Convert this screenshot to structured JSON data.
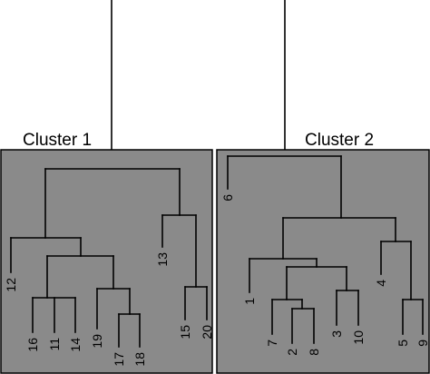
{
  "clusters": [
    {
      "title": "Cluster 1",
      "leaf_order": [
        "12",
        "16",
        "11",
        "14",
        "19",
        "17",
        "18",
        "13",
        "15",
        "20"
      ],
      "merges": [
        [
          "16",
          "11",
          "14"
        ],
        [
          "17",
          "18"
        ],
        [
          "19",
          "17+18"
        ],
        [
          "16+11+14",
          "19+17+18"
        ],
        [
          "12",
          "16+11+14+19+17+18"
        ],
        [
          "15",
          "20"
        ],
        [
          "13",
          "15+20"
        ],
        [
          "12+16+11+14+19+17+18",
          "13+15+20"
        ]
      ]
    },
    {
      "title": "Cluster 2",
      "leaf_order": [
        "6",
        "1",
        "7",
        "2",
        "8",
        "3",
        "10",
        "4",
        "5",
        "9"
      ],
      "merges": [
        [
          "2",
          "8"
        ],
        [
          "7",
          "2+8"
        ],
        [
          "3",
          "10"
        ],
        [
          "7+2+8",
          "3+10"
        ],
        [
          "1",
          "7+2+8+3+10"
        ],
        [
          "5",
          "9"
        ],
        [
          "4",
          "5+9"
        ],
        [
          "1+7+2+8+3+10",
          "4+5+9"
        ],
        [
          "6",
          "1+7+2+8+3+10+4+5+9"
        ]
      ]
    }
  ],
  "colors": {
    "panel": "#8a8a8a",
    "line": "#000000"
  }
}
